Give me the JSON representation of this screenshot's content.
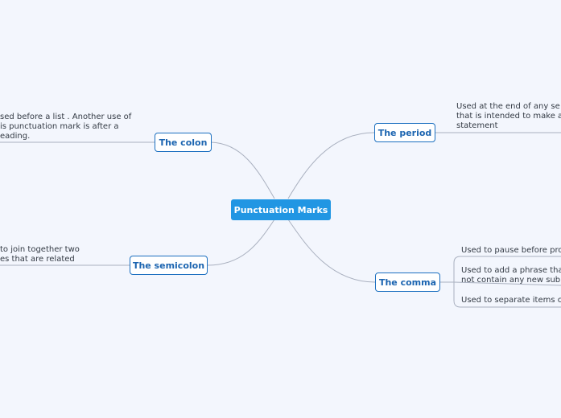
{
  "diagram": {
    "root": {
      "label": "Punctuation Marks"
    },
    "branches": [
      {
        "id": "colon",
        "label": "The colon",
        "notes": [
          "sed before a list . Another use of\nis punctuation mark is after a\neading."
        ]
      },
      {
        "id": "semicolon",
        "label": "The semicolon",
        "notes": [
          "to join together two\nes that are related"
        ]
      },
      {
        "id": "period",
        "label": "The period",
        "notes": [
          "Used at the end of any se\nthat is intended to make a\nstatement"
        ]
      },
      {
        "id": "comma",
        "label": "The comma",
        "notes": [
          "Used to pause before pro",
          "Used to add a phrase tha\nnot contain any new sub",
          "Used to separate items c"
        ]
      }
    ]
  },
  "colors": {
    "root_fill": "#2196e3",
    "node_border": "#1b6fc0",
    "link": "#a9b0bf",
    "background": "#f3f6fd"
  }
}
